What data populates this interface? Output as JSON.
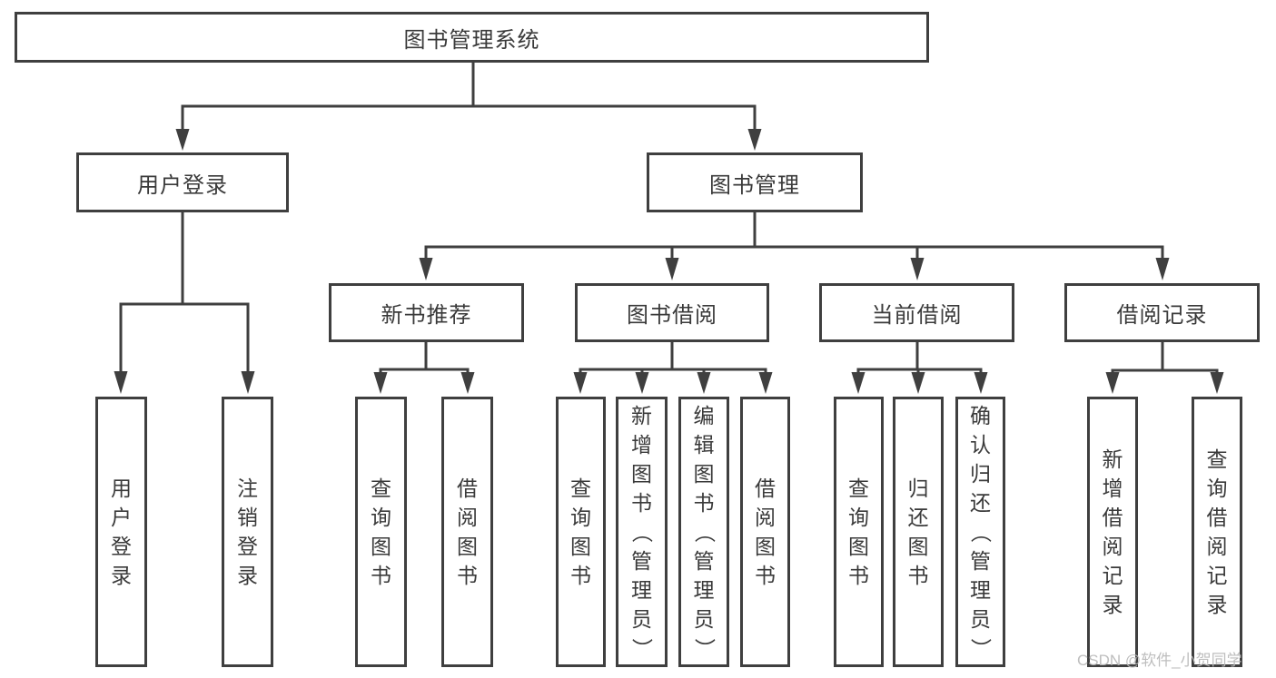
{
  "diagram": {
    "title": "图书管理系统",
    "branches": [
      {
        "label": "用户登录",
        "children": [
          "用户登录",
          "注销登录"
        ]
      },
      {
        "label": "图书管理",
        "sections": [
          {
            "label": "新书推荐",
            "children": [
              "查询图书",
              "借阅图书"
            ]
          },
          {
            "label": "图书借阅",
            "children": [
              "查询图书",
              "新增图书（管理员）",
              "编辑图书（管理员）",
              "借阅图书"
            ]
          },
          {
            "label": "当前借阅",
            "children": [
              "查询图书",
              "归还图书",
              "确认归还（管理员）"
            ]
          },
          {
            "label": "借阅记录",
            "children": [
              "新增借阅记录",
              "查询借阅记录"
            ]
          }
        ]
      }
    ]
  },
  "watermark": {
    "text": "CSDN @软件_小贺同学"
  },
  "colors": {
    "line": "#3f3f3f",
    "text": "#3a3a3a",
    "watermark": "#bbbbbb",
    "background": "#ffffff"
  }
}
